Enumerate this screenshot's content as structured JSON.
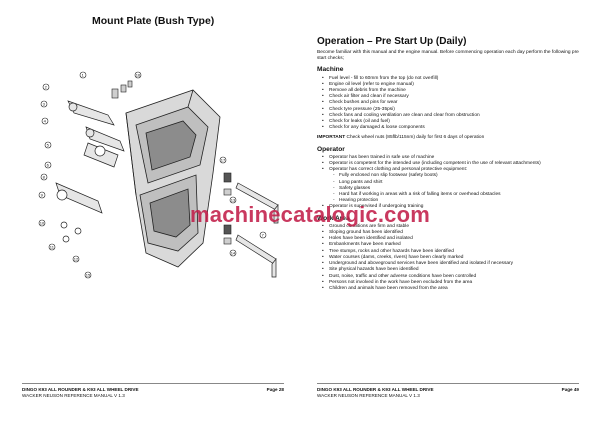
{
  "left_page": {
    "title": "Mount Plate (Bush Type)",
    "footer_brand": "DINGO K93 ALL ROUNDER & K93 ALL WHEEL DRIVE",
    "footer_sub": "WACKER NEUSON REFERENCE MANUAL V 1.3",
    "page_number": "Page 28",
    "callouts": [
      "1",
      "2",
      "3",
      "4",
      "5",
      "6",
      "7",
      "8",
      "9",
      "10",
      "11",
      "12",
      "13",
      "14",
      "15",
      "16",
      "17"
    ]
  },
  "right_page": {
    "title": "Operation – Pre Start Up (Daily)",
    "intro": "Become familiar with this manual and the engine manual. Before commencing operation each day perform the following pre start checks;",
    "machine": {
      "heading": "Machine",
      "items": [
        "Fuel level - fill to 60mm from the top (do not overfill)",
        "Engine oil level (refer to engine manual)",
        "Remove all debris from the machine",
        "Check air filter and clean if necessary",
        "Check bushes and pins for wear",
        "Check tyre pressure (25-35psi)",
        "Check fans and cooling ventilation are clean and clear from obstruction",
        "Check for leaks (oil and fuel)",
        "Check for any damaged & loose components"
      ]
    },
    "important_label": "IMPORTANT",
    "important_text": " Check wheel nuts (85flb/115nm) daily for first 6 days of operation",
    "operator": {
      "heading": "Operator",
      "items": [
        "Operator has been trained in safe use of machine",
        "Operator is competent for the intended use (including competent in the use of relevant attachments)",
        "Operator has correct clothing and personal protective equipment:"
      ],
      "sub_items": [
        "Fully enclosed non slip footwear (safety boots)",
        "Long pants and shirt",
        "Safety glasses",
        "Hard hat if working in areas with a risk of falling items or overhead obstacles",
        "Hearing protection"
      ],
      "last_item": "Operator is supervised if undergoing training"
    },
    "work_area": {
      "heading": "Work Area",
      "items": [
        "Ground conditions are firm and stable",
        "Sloping ground has been identified",
        "Holes have been identified and isolated",
        "Embankments have been marked",
        "Tree stumps, rocks and other hazards have been identified",
        "Water courses (dams, creeks, rivers) have been clearly marked",
        "Underground and aboveground services have been identified and isolated if necessary",
        "Site physical hazards have been identified",
        "Dust, noise, traffic and other adverse conditions have been controlled",
        "Persons not involved in the work have been excluded from the area",
        "Children and animals have been removed from the area"
      ]
    },
    "footer_brand": "DINGO K93 ALL ROUNDER & K93 ALL WHEEL DRIVE",
    "footer_sub": "WACKER NEUSON REFERENCE MANUAL V 1.3",
    "page_number": "Page 49"
  },
  "watermark": "machinecatalogic.com",
  "colors": {
    "watermark": "#c21e4a",
    "diagram_line": "#222222",
    "diagram_fill": "#d9d9d9"
  }
}
